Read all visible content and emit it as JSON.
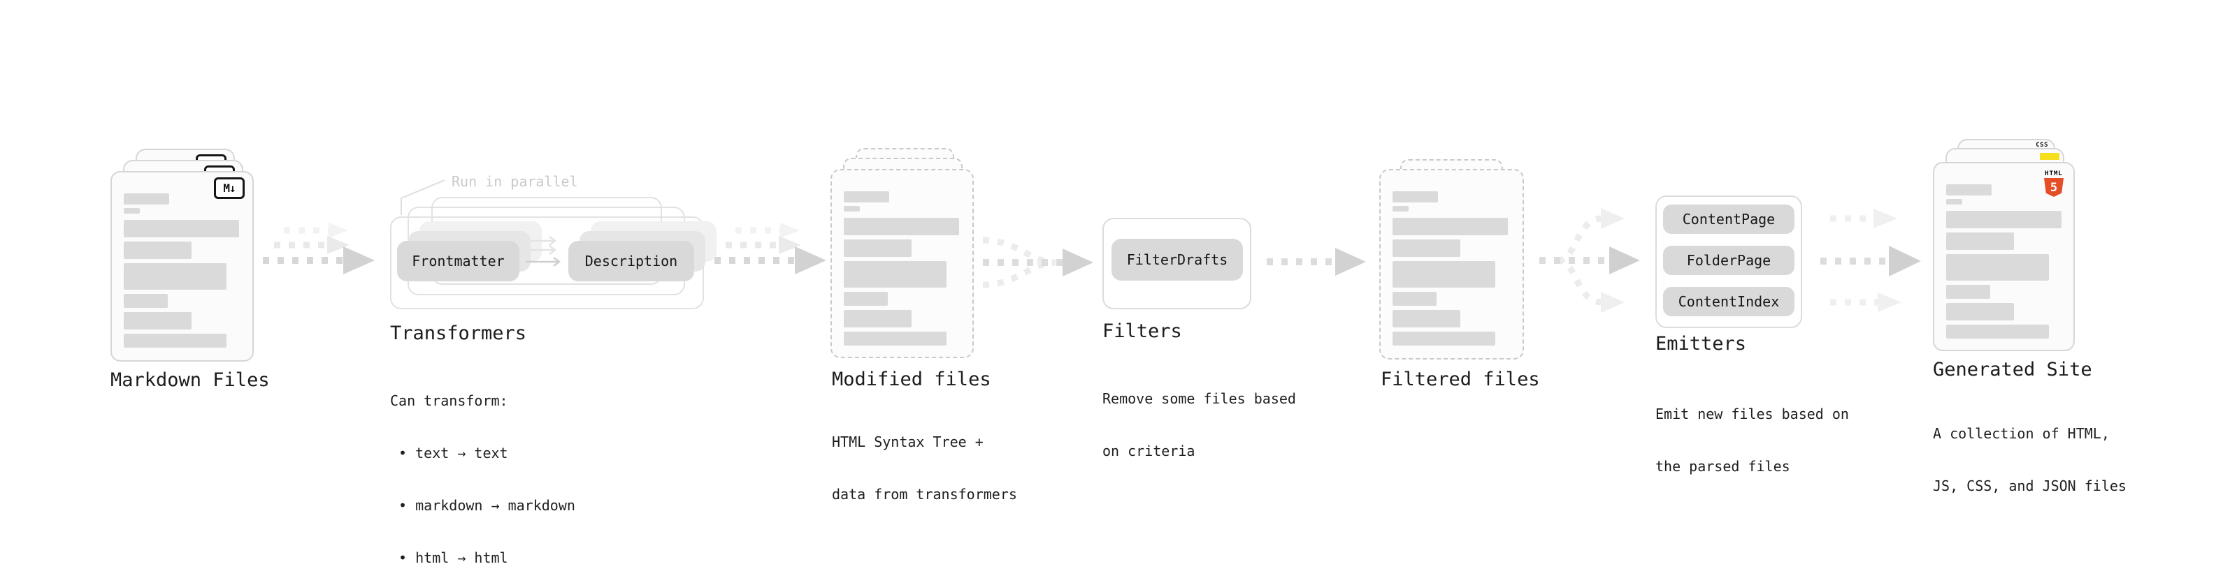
{
  "stages": [
    {
      "id": "markdown-files",
      "label": "Markdown Files",
      "badge": "M↓"
    },
    {
      "id": "transformers",
      "label": "Transformers",
      "annotation": "Run in parallel",
      "buttons": [
        "Frontmatter",
        "Description"
      ],
      "desc": [
        "Can transform:",
        " • text → text",
        " • markdown → markdown",
        " • html → html"
      ]
    },
    {
      "id": "modified-files",
      "label": "Modified files",
      "desc": [
        "HTML Syntax Tree +",
        "data from transformers"
      ]
    },
    {
      "id": "filters",
      "label": "Filters",
      "buttons": [
        "FilterDrafts"
      ],
      "desc": [
        "Remove some files based",
        "on criteria"
      ]
    },
    {
      "id": "filtered-files",
      "label": "Filtered files"
    },
    {
      "id": "emitters",
      "label": "Emitters",
      "buttons": [
        "ContentPage",
        "FolderPage",
        "ContentIndex"
      ],
      "desc": [
        "Emit new files based on",
        "the parsed files"
      ]
    },
    {
      "id": "generated-site",
      "label": "Generated Site",
      "badges": {
        "css": "CSS",
        "html_word": "HTML",
        "html_number": "5"
      },
      "desc": [
        "A collection of HTML,",
        "JS, CSS, and JSON files"
      ]
    }
  ],
  "colors": {
    "text": "#1c1c1c",
    "annotation_gray": "#c9c9c9",
    "arrow_gray": "#d2d2d2",
    "markdown_badge_border": "#161616",
    "html5_orange": "#e44d26",
    "js_yellow": "#f6df1c",
    "css_blue": "#2c62f0"
  }
}
